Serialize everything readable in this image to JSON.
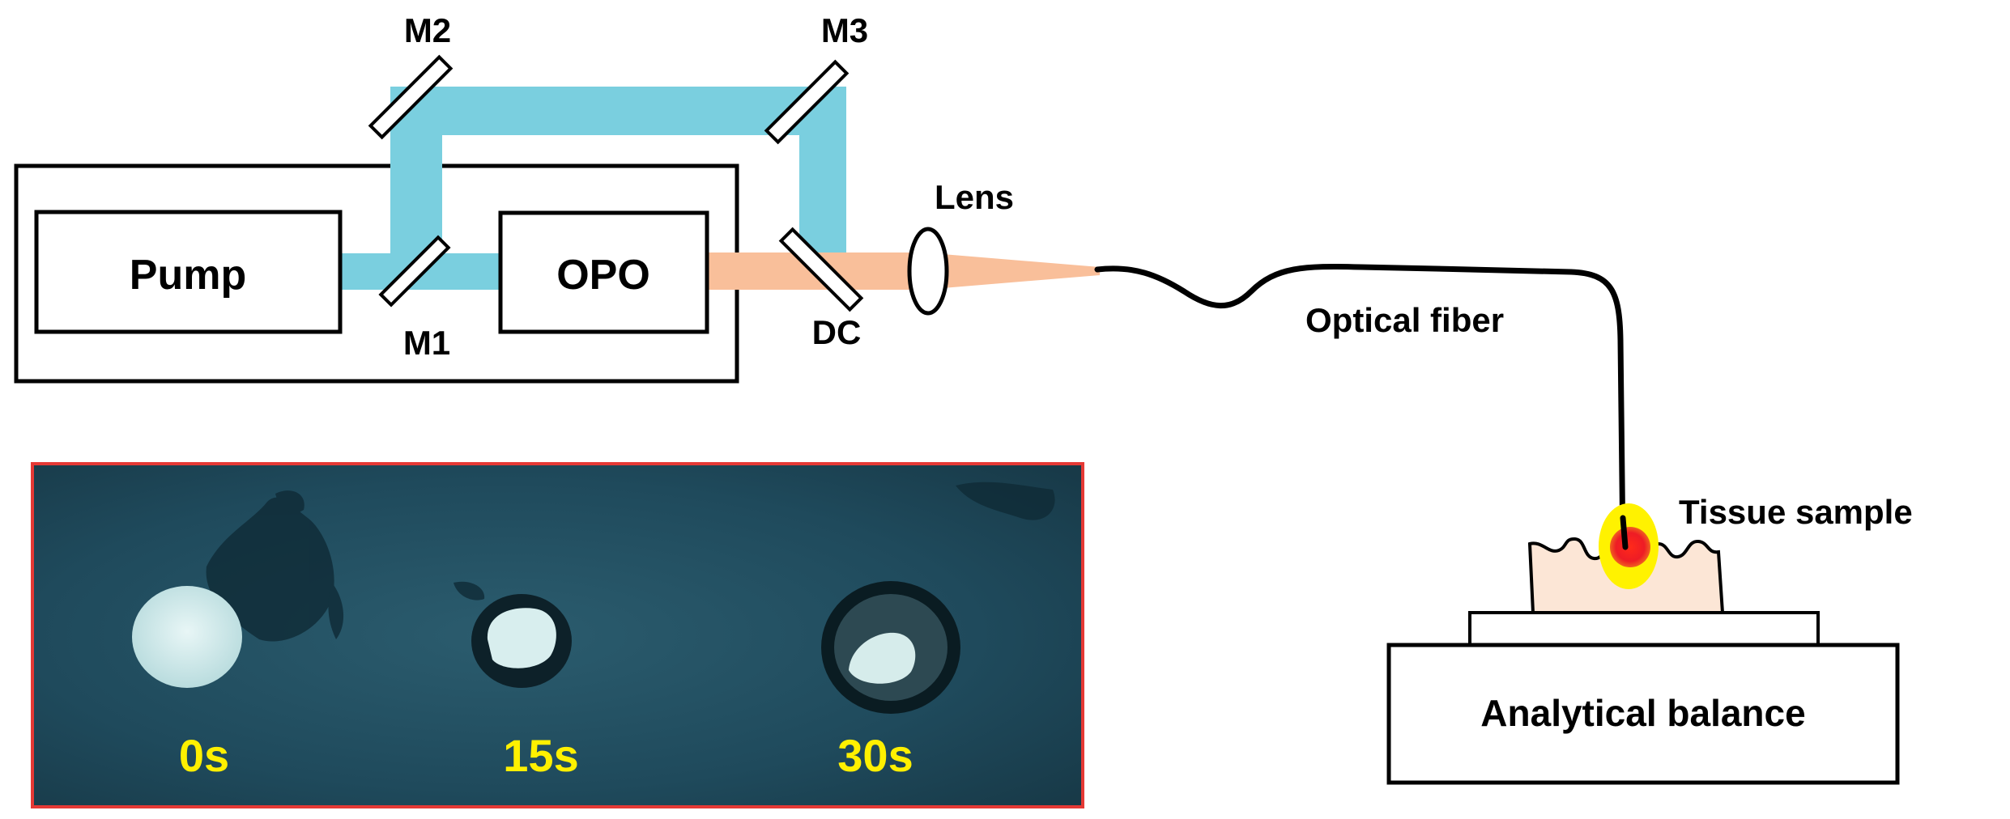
{
  "labels": {
    "pump": "Pump",
    "opo": "OPO",
    "m1": "M1",
    "m2": "M2",
    "m3": "M3",
    "dc": "DC",
    "lens": "Lens",
    "fiber": "Optical fiber",
    "tissue": "Tissue sample",
    "balance": "Analytical balance"
  },
  "photo": {
    "time_labels": [
      "0s",
      "15s",
      "30s"
    ]
  },
  "colors": {
    "pump_beam": "#7ACFDF",
    "opo_beam": "#F9BF9A",
    "tissue": "#FCE6D6",
    "laser_halo": "#FFF200",
    "laser_spot": "#EE1C25",
    "photo_bg": "#1F4A5C",
    "photo_border": "#E53935",
    "time_label": "#FFF000"
  }
}
